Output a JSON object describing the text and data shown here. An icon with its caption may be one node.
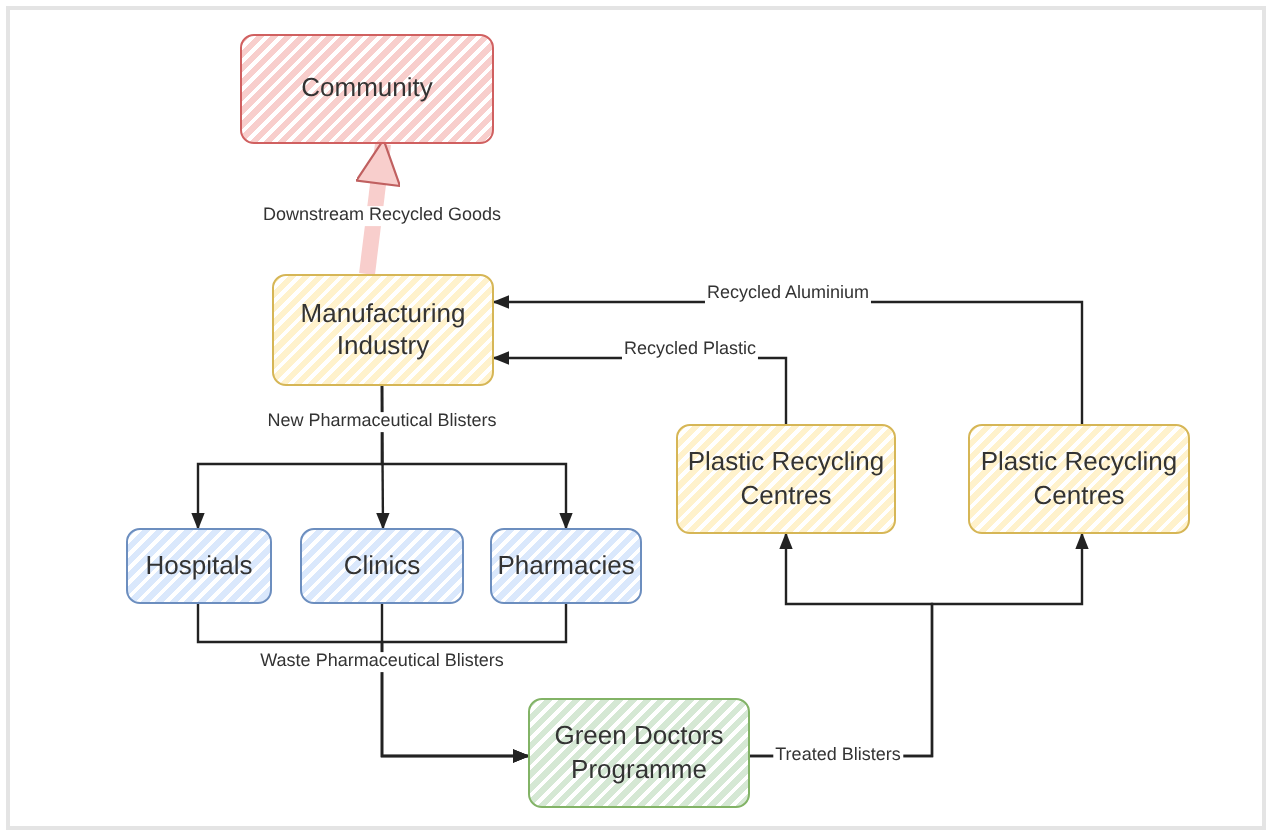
{
  "diagram": {
    "nodes": [
      {
        "text": [
          "Community"
        ]
      },
      {
        "text": [
          "Manufacturing Industry"
        ]
      },
      {
        "text": [
          "Plastic Recycling Centres"
        ]
      },
      {
        "text": [
          "Plastic Recycling Centres"
        ]
      },
      {
        "text": [
          "Hospitals"
        ]
      },
      {
        "text": [
          "Clinics"
        ]
      },
      {
        "text": [
          "Pharmacies"
        ]
      },
      {
        "text": [
          "Green Doctors Programme"
        ]
      }
    ],
    "edges": [
      {
        "from": 1,
        "to": 0,
        "arrow": "to",
        "label": "Downstream Recycled Goods",
        "style": "thick",
        "color": "#f8cecc"
      },
      {
        "from": 3,
        "to": 1,
        "arrow": "to",
        "label": "Recycled Aluminium"
      },
      {
        "from": 2,
        "to": 1,
        "arrow": "to",
        "label": "Recycled Plastic"
      },
      {
        "from": 1,
        "to": 4,
        "arrow": "to"
      },
      {
        "from": 1,
        "to": 5,
        "arrow": "to",
        "label": "New Pharmaceutical Blisters"
      },
      {
        "from": 1,
        "to": 6,
        "arrow": "to"
      },
      {
        "from": 4,
        "to": 7,
        "arrow": "to"
      },
      {
        "from": 5,
        "to": 7,
        "arrow": "to",
        "label": "Waste Pharmaceutical Blisters"
      },
      {
        "from": 6,
        "to": 7,
        "arrow": "to"
      },
      {
        "from": 7,
        "to": 2,
        "arrow": "to",
        "label": "Treated Blisters"
      },
      {
        "from": 7,
        "to": 3,
        "arrow": "to"
      }
    ]
  }
}
